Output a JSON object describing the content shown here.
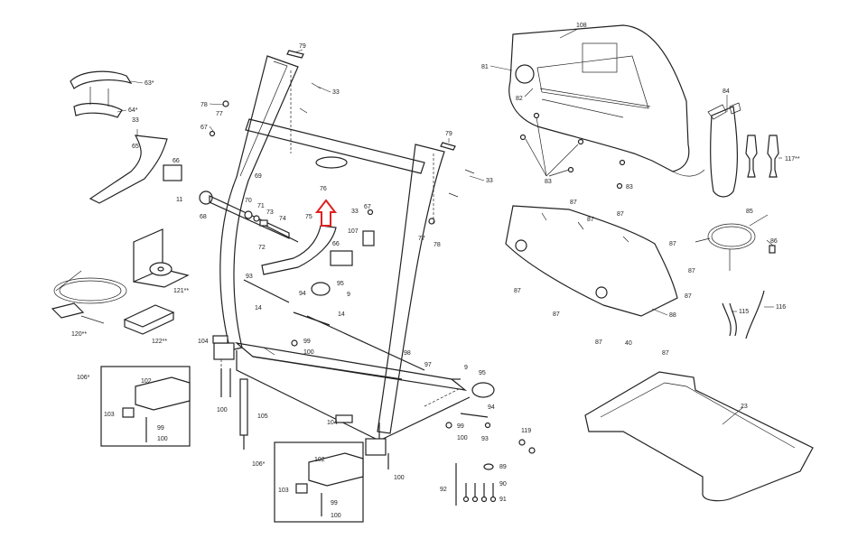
{
  "labels": {
    "l108": "108",
    "l81": "81",
    "l82": "82",
    "l83a": "83",
    "l83b": "83",
    "l84": "84",
    "l117": "117**",
    "l79a": "79",
    "l79b": "79",
    "l33a": "33",
    "l33b": "33",
    "l33c": "33",
    "l33d": "33",
    "l63": "63*",
    "l64": "64*",
    "l65": "65",
    "l66a": "66",
    "l66b": "66",
    "l78a": "78",
    "l78b": "78",
    "l77a": "77",
    "l77b": "77",
    "l67a": "67",
    "l67b": "67",
    "l69": "69",
    "l76": "76",
    "l75": "75",
    "l107": "107",
    "l11": "11",
    "l68": "68",
    "l70": "70",
    "l71": "71",
    "l73": "73",
    "l74": "74",
    "l72": "72",
    "l87a": "87",
    "l87b": "87",
    "l87c": "87",
    "l87d": "87",
    "l87e": "87",
    "l87f": "87",
    "l87g": "87",
    "l87h": "87",
    "l87i": "87",
    "l87j": "87",
    "l85": "85",
    "l86": "86",
    "l88": "88",
    "l40": "40",
    "l115": "115",
    "l116": "116",
    "l121": "121**",
    "l120": "120**",
    "l122": "122**",
    "l93a": "93",
    "l93b": "93",
    "l94a": "94",
    "l94b": "94",
    "l95a": "95",
    "l95b": "95",
    "l9a": "9",
    "l9b": "9",
    "l14a": "14",
    "l14b": "14",
    "l104a": "104",
    "l104b": "104",
    "l99a": "99",
    "l99b": "99",
    "l99c": "99",
    "l99d": "99",
    "l100a": "100",
    "l100b": "100",
    "l100c": "100",
    "l100d": "100",
    "l100e": "100",
    "l100f": "100",
    "l106a": "106*",
    "l106b": "106*",
    "l102a": "102",
    "l102b": "102",
    "l103a": "103",
    "l103b": "103",
    "l105": "105",
    "l98": "98",
    "l97": "97",
    "l119": "119",
    "l89": "89",
    "l90": "90",
    "l91": "91",
    "l92": "92",
    "l23": "23"
  },
  "highlight_color": "#e02020"
}
